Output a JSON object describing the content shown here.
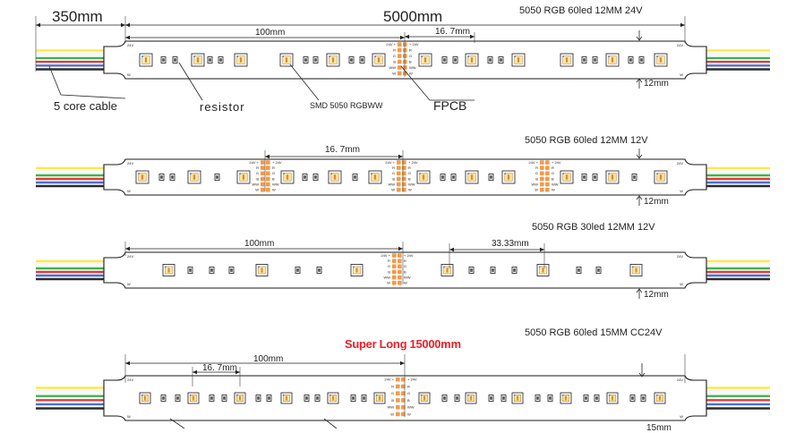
{
  "colors": {
    "wires": [
      "#ffe84a",
      "#ffffff",
      "#3cb44b",
      "#e53935",
      "#4a6cd8",
      "#2b2b2b"
    ],
    "pad": "#f39a4a",
    "outline": "#1a1a1a",
    "highlight": "#e8202a"
  },
  "strip1": {
    "spec": "5050 RGB   60led  12MM  24V",
    "dim_total": "5000mm",
    "dim_cable": "350mm",
    "dim_segment": "100mm",
    "dim_pitch": "16. 7mm",
    "width": "12mm",
    "label_cable": "5  core cable",
    "label_resistor": "resistor",
    "label_smd": "SMD 5050 RGBWW",
    "label_fpcb": "FPCB"
  },
  "strip2": {
    "spec": "5050 RGB   60led  12MM  12V",
    "dim_pitch": "16. 7mm",
    "width": "12mm"
  },
  "strip3": {
    "spec": "5050 RGB   30led  12MM  12V",
    "dim_segment": "100mm",
    "dim_pitch": "33.33mm",
    "width": "12mm"
  },
  "strip4": {
    "spec": "5050  RGB   60led  15MM  CC24V",
    "highlight": "Super Long 15000mm",
    "dim_segment": "100mm",
    "dim_pitch": "16. 7mm",
    "width": "15mm"
  },
  "pad_text": {
    "v24": "24V",
    "pos24": "24V +",
    "pos24b": "+ 24V",
    "r": "R",
    "g": "G",
    "b": "B",
    "ww": "WW",
    "w": "W"
  }
}
